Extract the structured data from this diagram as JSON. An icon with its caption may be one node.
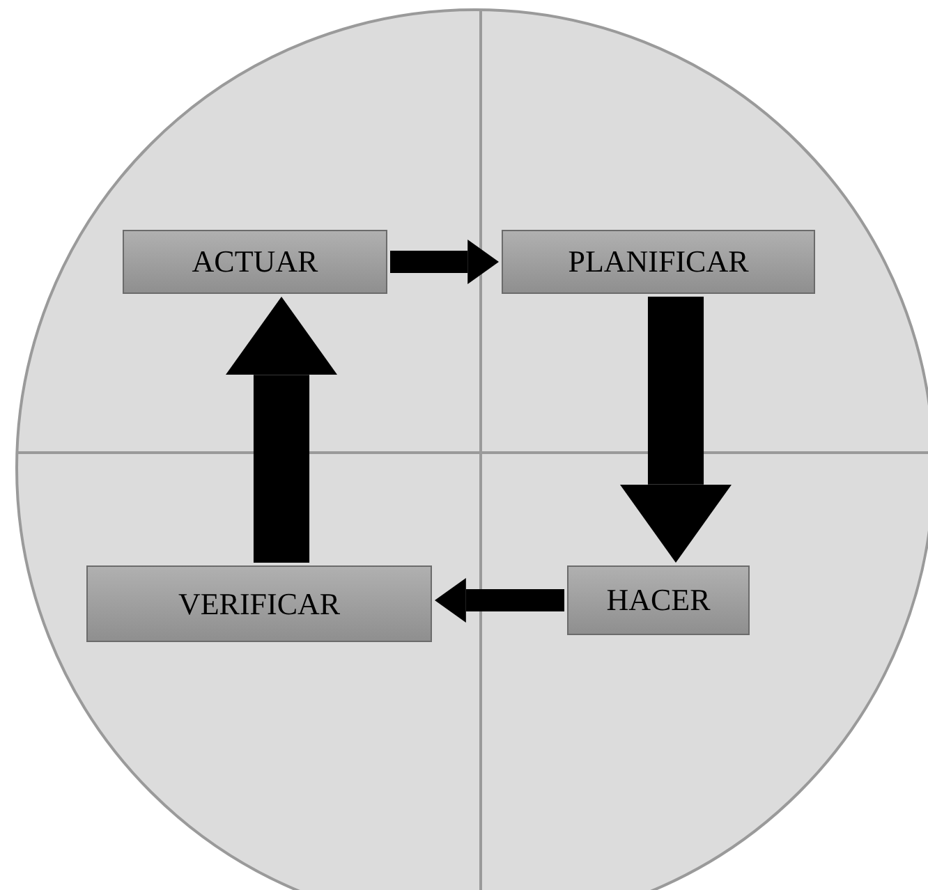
{
  "diagram": {
    "nodes": [
      {
        "text": [
          "ACTUAR"
        ]
      },
      {
        "text": [
          "PLANIFICAR"
        ]
      },
      {
        "text": [
          "VERIFICAR"
        ]
      },
      {
        "text": [
          "HACER"
        ]
      }
    ],
    "edges": [
      {
        "from": 0,
        "to": 1,
        "arrow": "to"
      },
      {
        "from": 1,
        "to": 3,
        "arrow": "to",
        "style": "thick"
      },
      {
        "from": 3,
        "to": 2,
        "arrow": "to"
      },
      {
        "from": 2,
        "to": 0,
        "arrow": "to",
        "style": "thick"
      }
    ]
  }
}
